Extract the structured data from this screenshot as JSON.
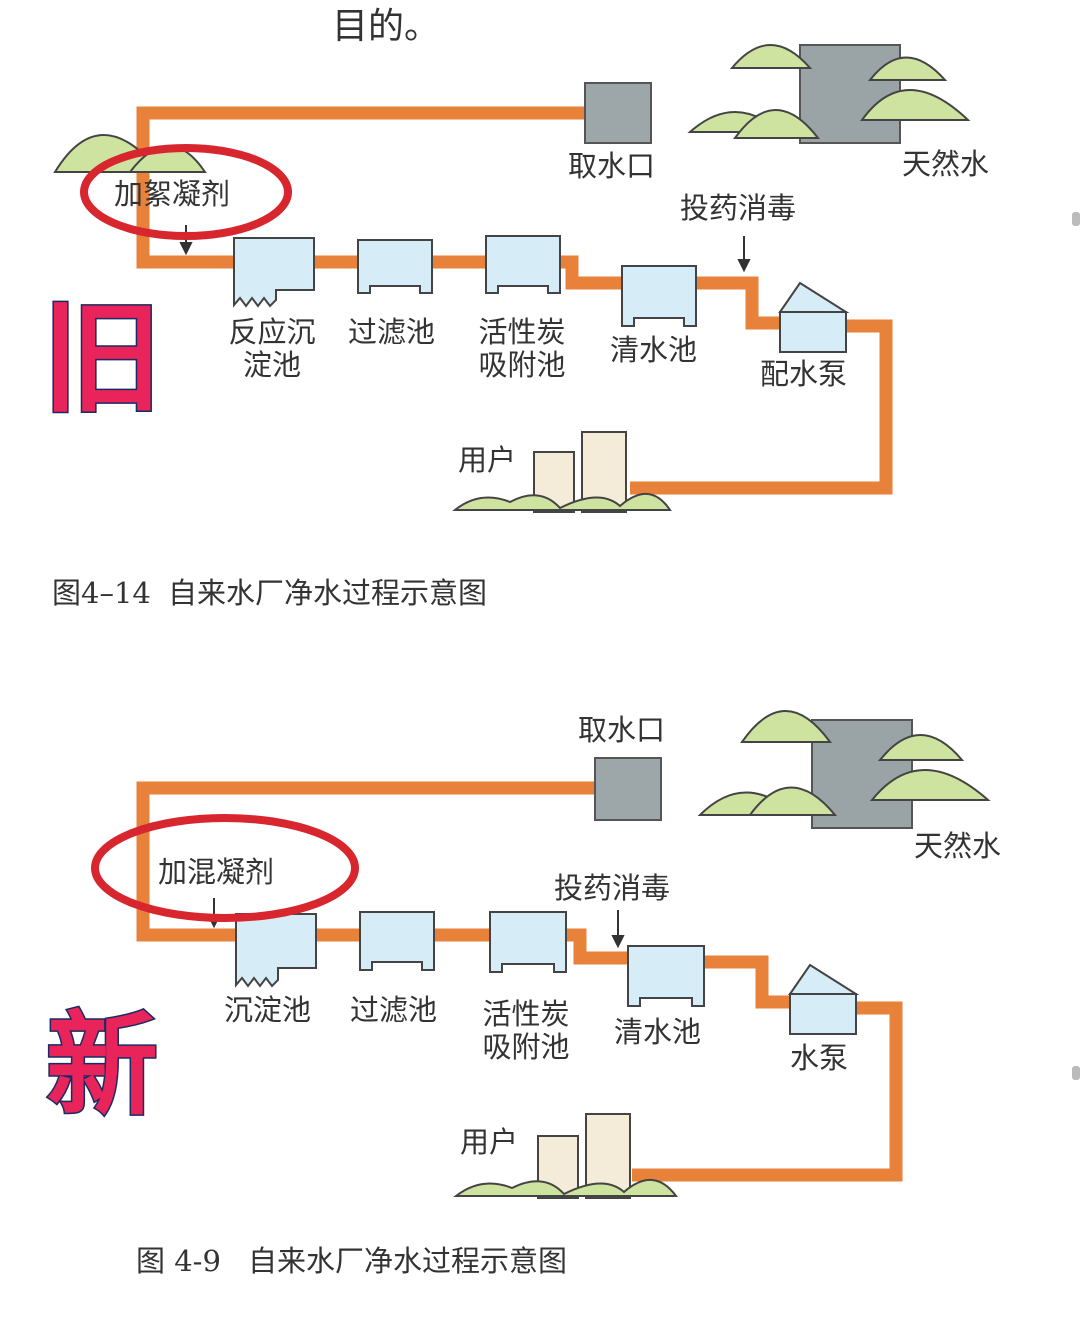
{
  "top_fragment": "目的。",
  "old": {
    "stamp": "旧",
    "intake": "取水口",
    "natural_water": "天然水",
    "coagulant": "加絮凝剂",
    "disinfect": "投药消毒",
    "tank1": "反应沉\n淀池",
    "tank2": "过滤池",
    "tank3": "活性炭\n吸附池",
    "tank4": "清水池",
    "pump": "配水泵",
    "users": "用户",
    "caption_num": "图4–14",
    "caption_text": "自来水厂净水过程示意图"
  },
  "new": {
    "stamp": "新",
    "intake": "取水口",
    "natural_water": "天然水",
    "coagulant": "加混凝剂",
    "disinfect": "投药消毒",
    "tank1": "沉淀池",
    "tank2": "过滤池",
    "tank3": "活性炭\n吸附池",
    "tank4": "清水池",
    "pump": "水泵",
    "users": "用户",
    "caption_num": "图 4-9",
    "caption_text": "自来水厂净水过程示意图"
  },
  "colors": {
    "pipe": "#e8823a",
    "tank_fill": "#d6ecf7",
    "tree": "#cfe3a0",
    "intake_box": "#9da6a8",
    "highlight_circle": "#d8262f",
    "stamp_fill": "#e8245a",
    "stamp_outline": "#1a2a66"
  }
}
